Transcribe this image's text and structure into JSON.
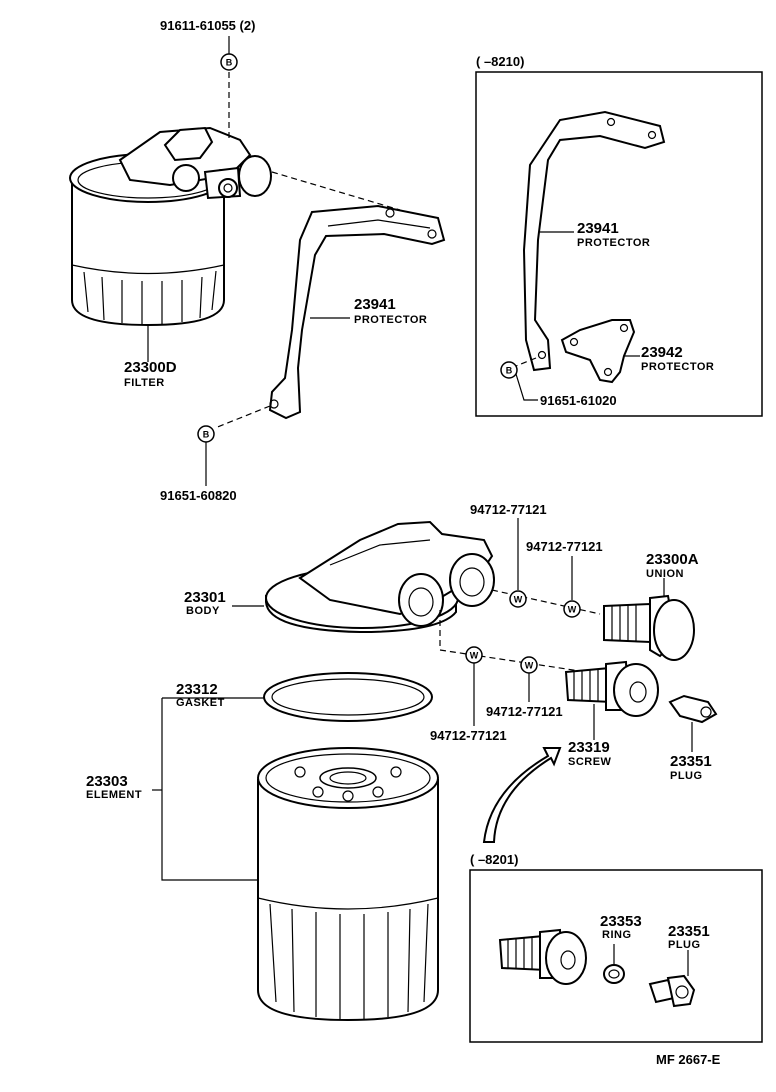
{
  "top_bolt": {
    "ref": "91611-61055 (2)",
    "mark": "B"
  },
  "filter": {
    "number": "23300D",
    "name": "FILTER"
  },
  "protector_main": {
    "number": "23941",
    "name": "PROTECTOR"
  },
  "lower_bolt": {
    "ref": "91651-60820",
    "mark": "B"
  },
  "inset_top": {
    "range": "(     –8210)",
    "protector_a": {
      "number": "23941",
      "name": "PROTECTOR"
    },
    "protector_b": {
      "number": "23942",
      "name": "PROTECTOR"
    },
    "bolt": {
      "ref": "91651-61020",
      "mark": "B"
    }
  },
  "washers": {
    "mark": "W",
    "w1": "94712-77121",
    "w2": "94712-77121",
    "w3": "94712-77121",
    "w4": "94712-77121"
  },
  "union": {
    "number": "23300A",
    "name": "UNION"
  },
  "body": {
    "number": "23301",
    "name": "BODY"
  },
  "gasket": {
    "number": "23312",
    "name": "GASKET"
  },
  "element": {
    "number": "23303",
    "name": "ELEMENT"
  },
  "screw": {
    "number": "23319",
    "name": "SCREW"
  },
  "plug_main": {
    "number": "23351",
    "name": "PLUG"
  },
  "inset_bottom": {
    "range": "(     –8201)",
    "ring": {
      "number": "23353",
      "name": "RING"
    },
    "plug": {
      "number": "23351",
      "name": "PLUG"
    }
  },
  "footer": {
    "code": "MF   2667-E"
  }
}
